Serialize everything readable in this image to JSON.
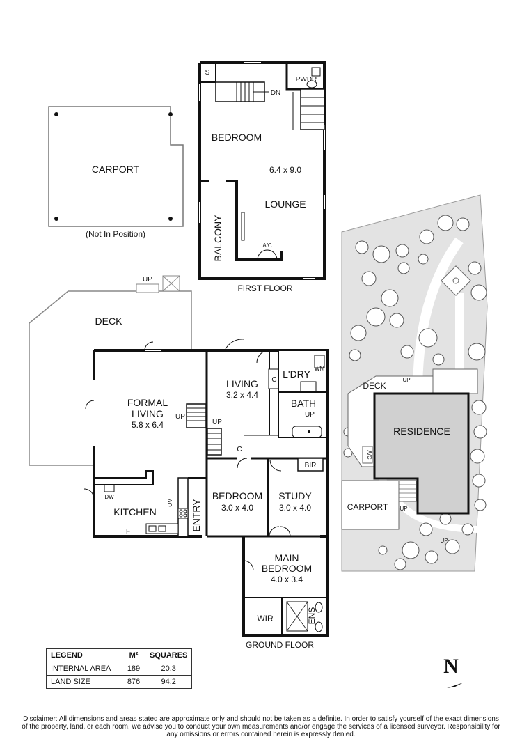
{
  "labels": {
    "carport_top": "CARPORT",
    "not_in_position": "(Not In Position)",
    "first_floor": {
      "s": "S",
      "pwdr": "PWDR",
      "dn": "DN",
      "bedroom": "BEDROOM",
      "bedroom_dim": "6.4 x 9.0",
      "lounge": "LOUNGE",
      "balcony": "BALCONY",
      "ac": "A/C",
      "title": "FIRST FLOOR"
    },
    "ground_floor": {
      "up_deck": "UP",
      "deck": "DECK",
      "formal_living": "FORMAL",
      "formal_living_2": "LIVING",
      "formal_living_dim": "5.8 x 6.4",
      "up_formal": "UP",
      "living": "LIVING",
      "living_dim": "3.2 x 4.4",
      "up_living": "UP",
      "c1": "C",
      "c2": "C",
      "ldry": "L'DRY",
      "wm": "WM",
      "bath": "BATH",
      "up_bath": "UP",
      "bir": "BIR",
      "dw": "DW",
      "ov": "OV",
      "kitchen": "KITCHEN",
      "f": "F",
      "entry": "ENTRY",
      "bedroom": "BEDROOM",
      "bedroom_dim": "3.0 x 4.0",
      "study": "STUDY",
      "study_dim": "3.0 x 4.0",
      "main_bedroom": "MAIN",
      "main_bedroom_2": "BEDROOM",
      "main_bedroom_dim": "4.0 x 3.4",
      "wir": "WIR",
      "ens": "ENS",
      "title": "GROUND FLOOR"
    },
    "site": {
      "deck": "DECK",
      "up_deck": "UP",
      "residence": "RESIDENCE",
      "ac": "A/C",
      "carport": "CARPORT",
      "up_carport": "UP",
      "up_path": "UP"
    }
  },
  "legend": {
    "headers": [
      "LEGEND",
      "M²",
      "SQUARES"
    ],
    "rows": [
      [
        "INTERNAL AREA",
        "189",
        "20.3"
      ],
      [
        "LAND SIZE",
        "876",
        "94.2"
      ]
    ]
  },
  "north": "N",
  "disclaimer": "Disclaimer: All dimensions and areas stated are approximate only and should not be taken as a definite. In order to satisfy yourself of the exact dimensions of the property, land, or each room, we advise you to conduct your own measurements and/or engage the services of a licensed surveyor. Responsibility for any omissions or errors contained herein is expressly denied."
}
